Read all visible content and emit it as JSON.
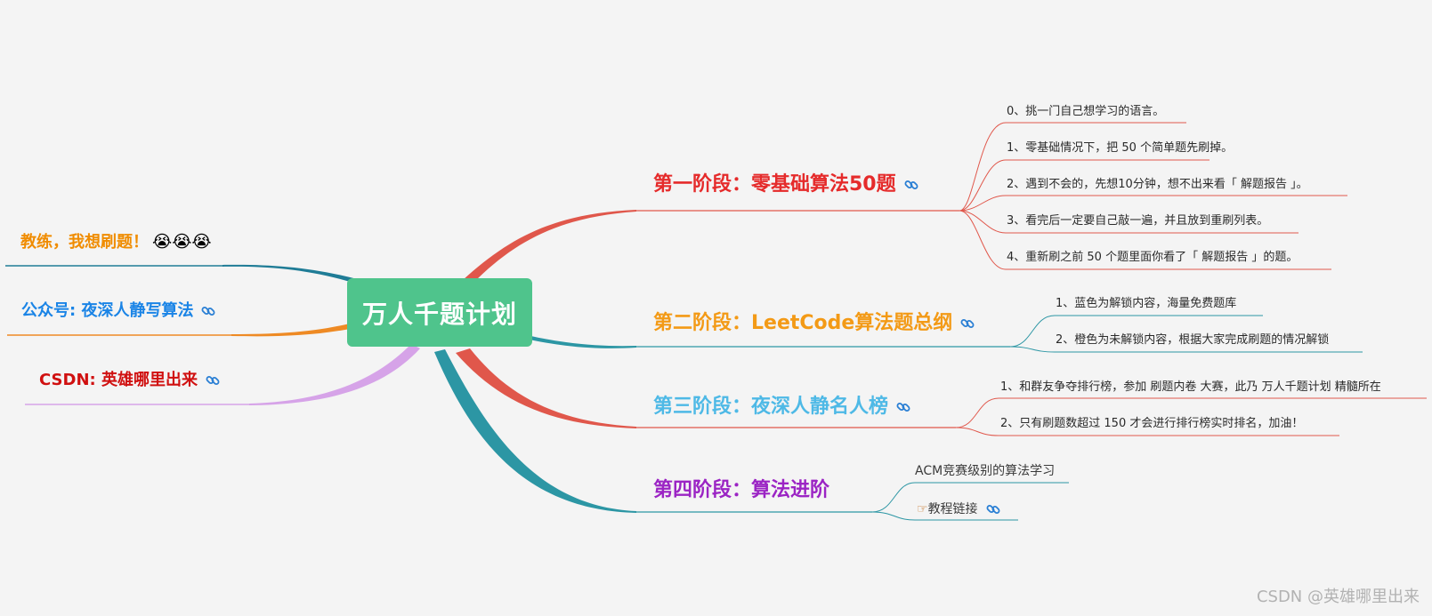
{
  "center": {
    "title": "万人千题计划",
    "color": "#4fc48c"
  },
  "left_nodes": [
    {
      "label": "教练，我想刷题！",
      "emoji": "😭😭😭",
      "color": "#f08c00",
      "line_color": "#1f7c96"
    },
    {
      "label": "公众号: 夜深人静写算法",
      "color": "#1a84e6",
      "line_color": "#ee8a24",
      "icon": "link-icon"
    },
    {
      "label": "CSDN: 英雄哪里出来",
      "color": "#d01010",
      "line_color": "#d6a3e8",
      "icon": "link-icon"
    }
  ],
  "stages": [
    {
      "title": "第一阶段：零基础算法50题",
      "color": "#e52b2b",
      "line_color": "#e0574b",
      "icon": "link-icon",
      "items": [
        "0、挑一门自己想学习的语言。",
        "1、零基础情况下，把 50 个简单题先刷掉。",
        "2、遇到不会的，先想10分钟，想不出来看「 解题报告 」。",
        "3、看完后一定要自己敲一遍，并且放到重刷列表。",
        "4、重新刷之前 50 个题里面你看了「 解题报告 」的题。"
      ]
    },
    {
      "title": "第二阶段：LeetCode算法题总纲",
      "color": "#f39a16",
      "line_color": "#2c96a4",
      "icon": "link-icon",
      "items": [
        "1、蓝色为解锁内容，海量免费题库",
        "2、橙色为未解锁内容，根据大家完成刷题的情况解锁"
      ]
    },
    {
      "title": "第三阶段：夜深人静名人榜",
      "color": "#4eb9e6",
      "line_color": "#e0574b",
      "icon": "link-icon",
      "items": [
        "1、和群友争夺排行榜，参加 刷题内卷 大赛，此乃 万人千题计划 精髓所在",
        "2、只有刷题数超过 150 才会进行排行榜实时排名，加油！"
      ]
    },
    {
      "title": "第四阶段：算法进阶",
      "color": "#9b24c4",
      "line_color": "#2c96a4",
      "items": [
        "ACM竞赛级别的算法学习",
        "教程链接"
      ],
      "item_icons": [
        "",
        "pointing-hand-icon"
      ]
    }
  ],
  "watermark": "CSDN @英雄哪里出来"
}
